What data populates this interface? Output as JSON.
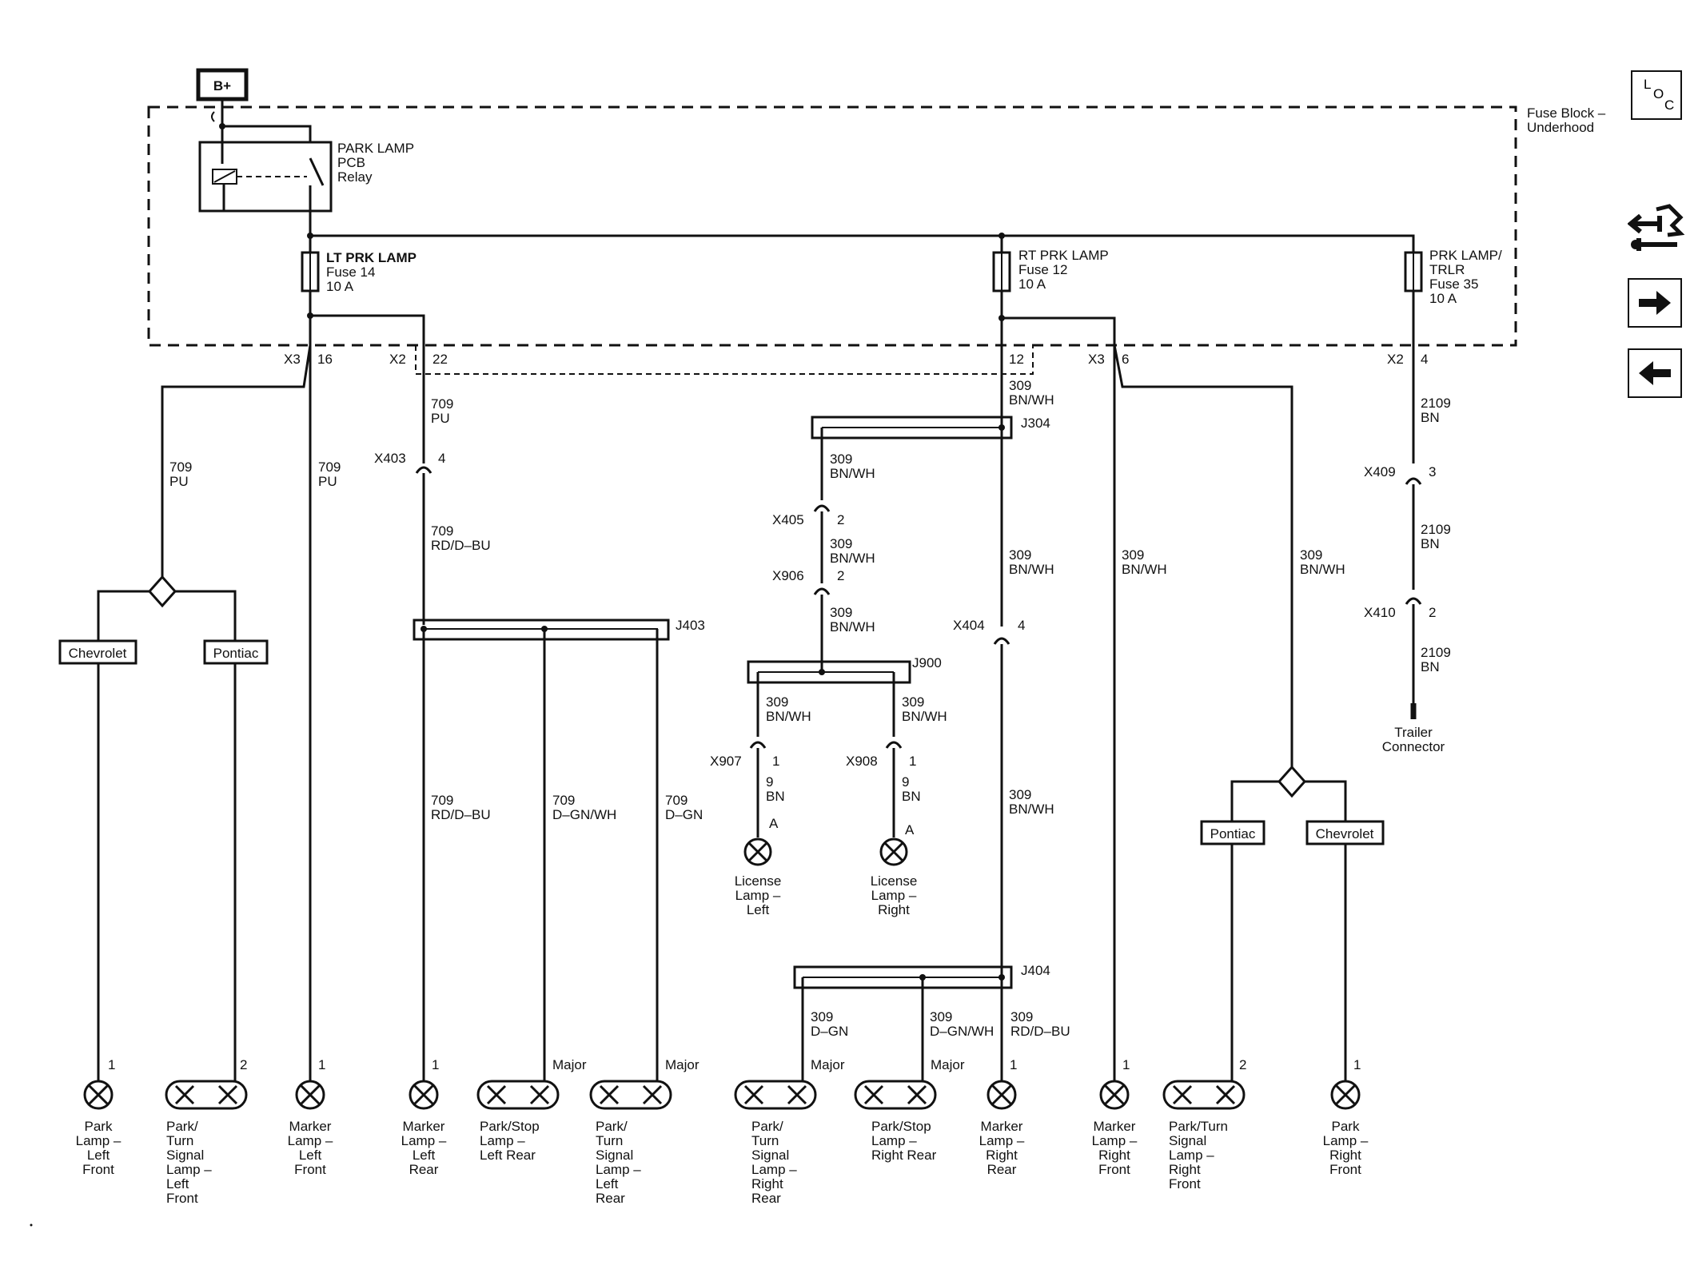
{
  "power_source": "B+",
  "fuse_block_label": [
    "Fuse Block –",
    "Underhood"
  ],
  "relay_label": [
    "PARK LAMP",
    "PCB",
    "Relay"
  ],
  "fuses": {
    "lt": [
      "LT PRK LAMP",
      "Fuse 14",
      "10 A"
    ],
    "rt": [
      "RT PRK LAMP",
      "Fuse 12",
      "10 A"
    ],
    "trlr": [
      "PRK LAMP/",
      "TRLR",
      "Fuse 35",
      "10 A"
    ]
  },
  "connectors": {
    "x3_left": [
      "X3",
      "16"
    ],
    "x2_left": [
      "X2",
      "22"
    ],
    "x2_right_pin": "12",
    "x3_right": [
      "X3",
      "6"
    ],
    "x2_trlr": [
      "X2",
      "4"
    ],
    "x403": [
      "X403",
      "4"
    ],
    "x404": [
      "X404",
      "4"
    ],
    "x405": [
      "X405",
      "2"
    ],
    "x906": [
      "X906",
      "2"
    ],
    "x907": [
      "X907",
      "1"
    ],
    "x908": [
      "X908",
      "1"
    ],
    "x409": [
      "X409",
      "3"
    ],
    "x410": [
      "X410",
      "2"
    ]
  },
  "splices": [
    "J403",
    "J304",
    "J900",
    "J404"
  ],
  "wires": {
    "w709_pu_a": [
      "709",
      "PU"
    ],
    "w709_pu_b": [
      "709",
      "PU"
    ],
    "w709_pu_c": [
      "709",
      "PU"
    ],
    "w709_rd_a": [
      "709",
      "RD/D–BU"
    ],
    "w709_rd_b": [
      "709",
      "RD/D–BU"
    ],
    "w709_dgnwh": [
      "709",
      "D–GN/WH"
    ],
    "w709_dgn": [
      "709",
      "D–GN"
    ],
    "w309_top": [
      "309",
      "BN/WH"
    ],
    "w309_j304": [
      "309",
      "BN/WH"
    ],
    "w309_x405": [
      "309",
      "BN/WH"
    ],
    "w309_x906": [
      "309",
      "BN/WH"
    ],
    "w309_l": [
      "309",
      "BN/WH"
    ],
    "w309_r": [
      "309",
      "BN/WH"
    ],
    "w9_l": [
      "9",
      "BN"
    ],
    "w9_r": [
      "9",
      "BN"
    ],
    "w309_main": [
      "309",
      "BN/WH"
    ],
    "w309_main2": [
      "309",
      "BN/WH"
    ],
    "w309_x3": [
      "309",
      "BN/WH"
    ],
    "w309_far": [
      "309",
      "BN/WH"
    ],
    "w309_dgn": [
      "309",
      "D–GN"
    ],
    "w309_dgnwh": [
      "309",
      "D–GN/WH"
    ],
    "w309_rddbu": [
      "309",
      "RD/D–BU"
    ],
    "w2109_a": [
      "2109",
      "BN"
    ],
    "w2109_b": [
      "2109",
      "BN"
    ],
    "w2109_c": [
      "2109",
      "BN"
    ]
  },
  "options": {
    "chev_left": "Chevrolet",
    "pont_left": "Pontiac",
    "pont_right": "Pontiac",
    "chev_right": "Chevrolet"
  },
  "license_lamps": {
    "left": {
      "pin": "A",
      "label": [
        "License",
        "Lamp –",
        "Left"
      ]
    },
    "right": {
      "pin": "A",
      "label": [
        "License",
        "Lamp –",
        "Right"
      ]
    }
  },
  "trailer": [
    "Trailer",
    "Connector"
  ],
  "major": "Major",
  "bottom_lamps": [
    {
      "pin": "1",
      "label": [
        "Park",
        "Lamp –",
        "Left",
        "Front"
      ]
    },
    {
      "pin": "2",
      "label": [
        "Park/",
        "Turn",
        "Signal",
        "Lamp –",
        "Left",
        "Front"
      ]
    },
    {
      "pin": "1",
      "label": [
        "Marker",
        "Lamp –",
        "Left",
        "Front"
      ]
    },
    {
      "pin": "1",
      "label": [
        "Marker",
        "Lamp –",
        "Left",
        "Rear"
      ]
    },
    {
      "pin": "Major",
      "label": [
        "Park/Stop",
        "Lamp –",
        "Left Rear"
      ]
    },
    {
      "pin": "Major",
      "label": [
        "Park/",
        "Turn",
        "Signal",
        "Lamp –",
        "Left",
        "Rear"
      ]
    },
    {
      "pin": "Major",
      "label": [
        "Park/",
        "Turn",
        "Signal",
        "Lamp –",
        "Right",
        "Rear"
      ]
    },
    {
      "pin": "Major",
      "label": [
        "Park/Stop",
        "Lamp –",
        "Right Rear"
      ]
    },
    {
      "pin": "1",
      "label": [
        "Marker",
        "Lamp –",
        "Right",
        "Rear"
      ]
    },
    {
      "pin": "1",
      "label": [
        "Marker",
        "Lamp –",
        "Right",
        "Front"
      ]
    },
    {
      "pin": "2",
      "label": [
        "Park/Turn",
        "Signal",
        "Lamp –",
        "Right",
        "Front"
      ]
    },
    {
      "pin": "1",
      "label": [
        "Park",
        "Lamp –",
        "Right",
        "Front"
      ]
    }
  ],
  "nav": {
    "loc": [
      "L",
      "O",
      "C"
    ],
    "connector_view_icon": "connector-view-icon",
    "next_icon": "right-arrow-icon",
    "prev_icon": "left-arrow-icon"
  }
}
